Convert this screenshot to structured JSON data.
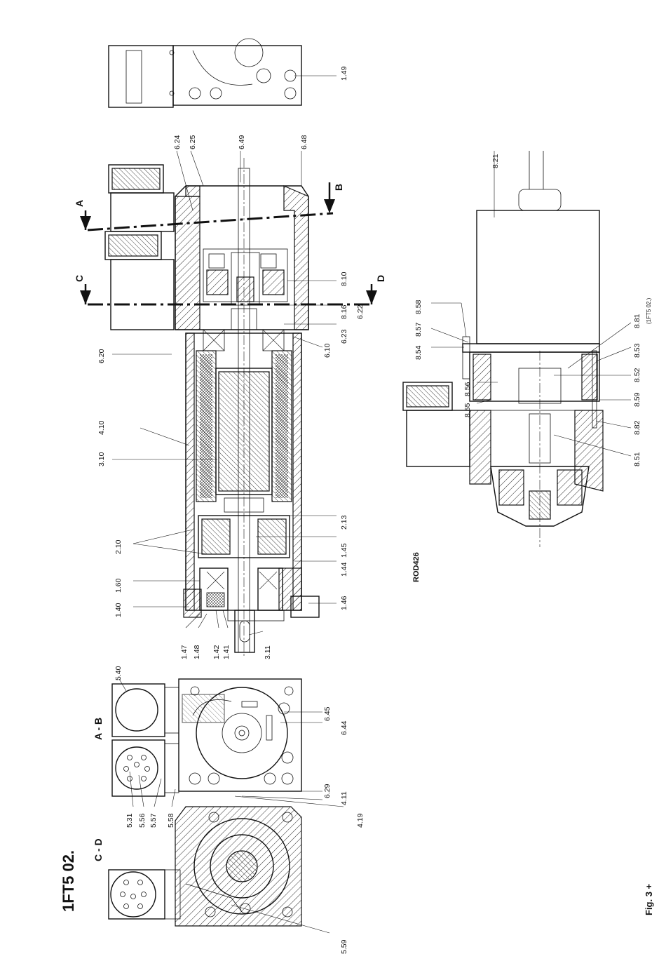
{
  "title": "1FT5 02.",
  "figure": "Fig. 3  +",
  "encoder_label": "ROD426",
  "views": {
    "ab": "A - B",
    "cd": "C - D"
  },
  "section_letters": {
    "a": "A",
    "b": "B",
    "c": "C",
    "d": "D"
  },
  "parts_top": [
    "1.49"
  ],
  "parts_main_top": [
    "6.24",
    "6.25",
    "6.49",
    "6.48"
  ],
  "parts_main_right": [
    "8.10",
    "8.16",
    "6.22",
    "6.23",
    "6.10",
    "2.13",
    "1.45",
    "1.44",
    "1.46"
  ],
  "parts_main_left": [
    "6.20",
    "4.10",
    "3.10",
    "2.10",
    "1.60",
    "1.40"
  ],
  "parts_main_bottom": [
    "1.47",
    "1.48",
    "1.42",
    "1.41",
    "3.11"
  ],
  "parts_encoder": [
    "8.21",
    "8.58",
    "8.57",
    "8.54",
    "8.56",
    "8.55",
    "8.81",
    "8.53",
    "8.52",
    "8.59",
    "8.82",
    "8.51"
  ],
  "encoder_note": "(1FT5 02.)",
  "parts_ab": [
    "5.40",
    "6.45",
    "6.44",
    "5.31",
    "5.56",
    "5.57",
    "5.58",
    "6.29",
    "4.11",
    "4.19"
  ],
  "parts_cd": [
    "5.59"
  ]
}
